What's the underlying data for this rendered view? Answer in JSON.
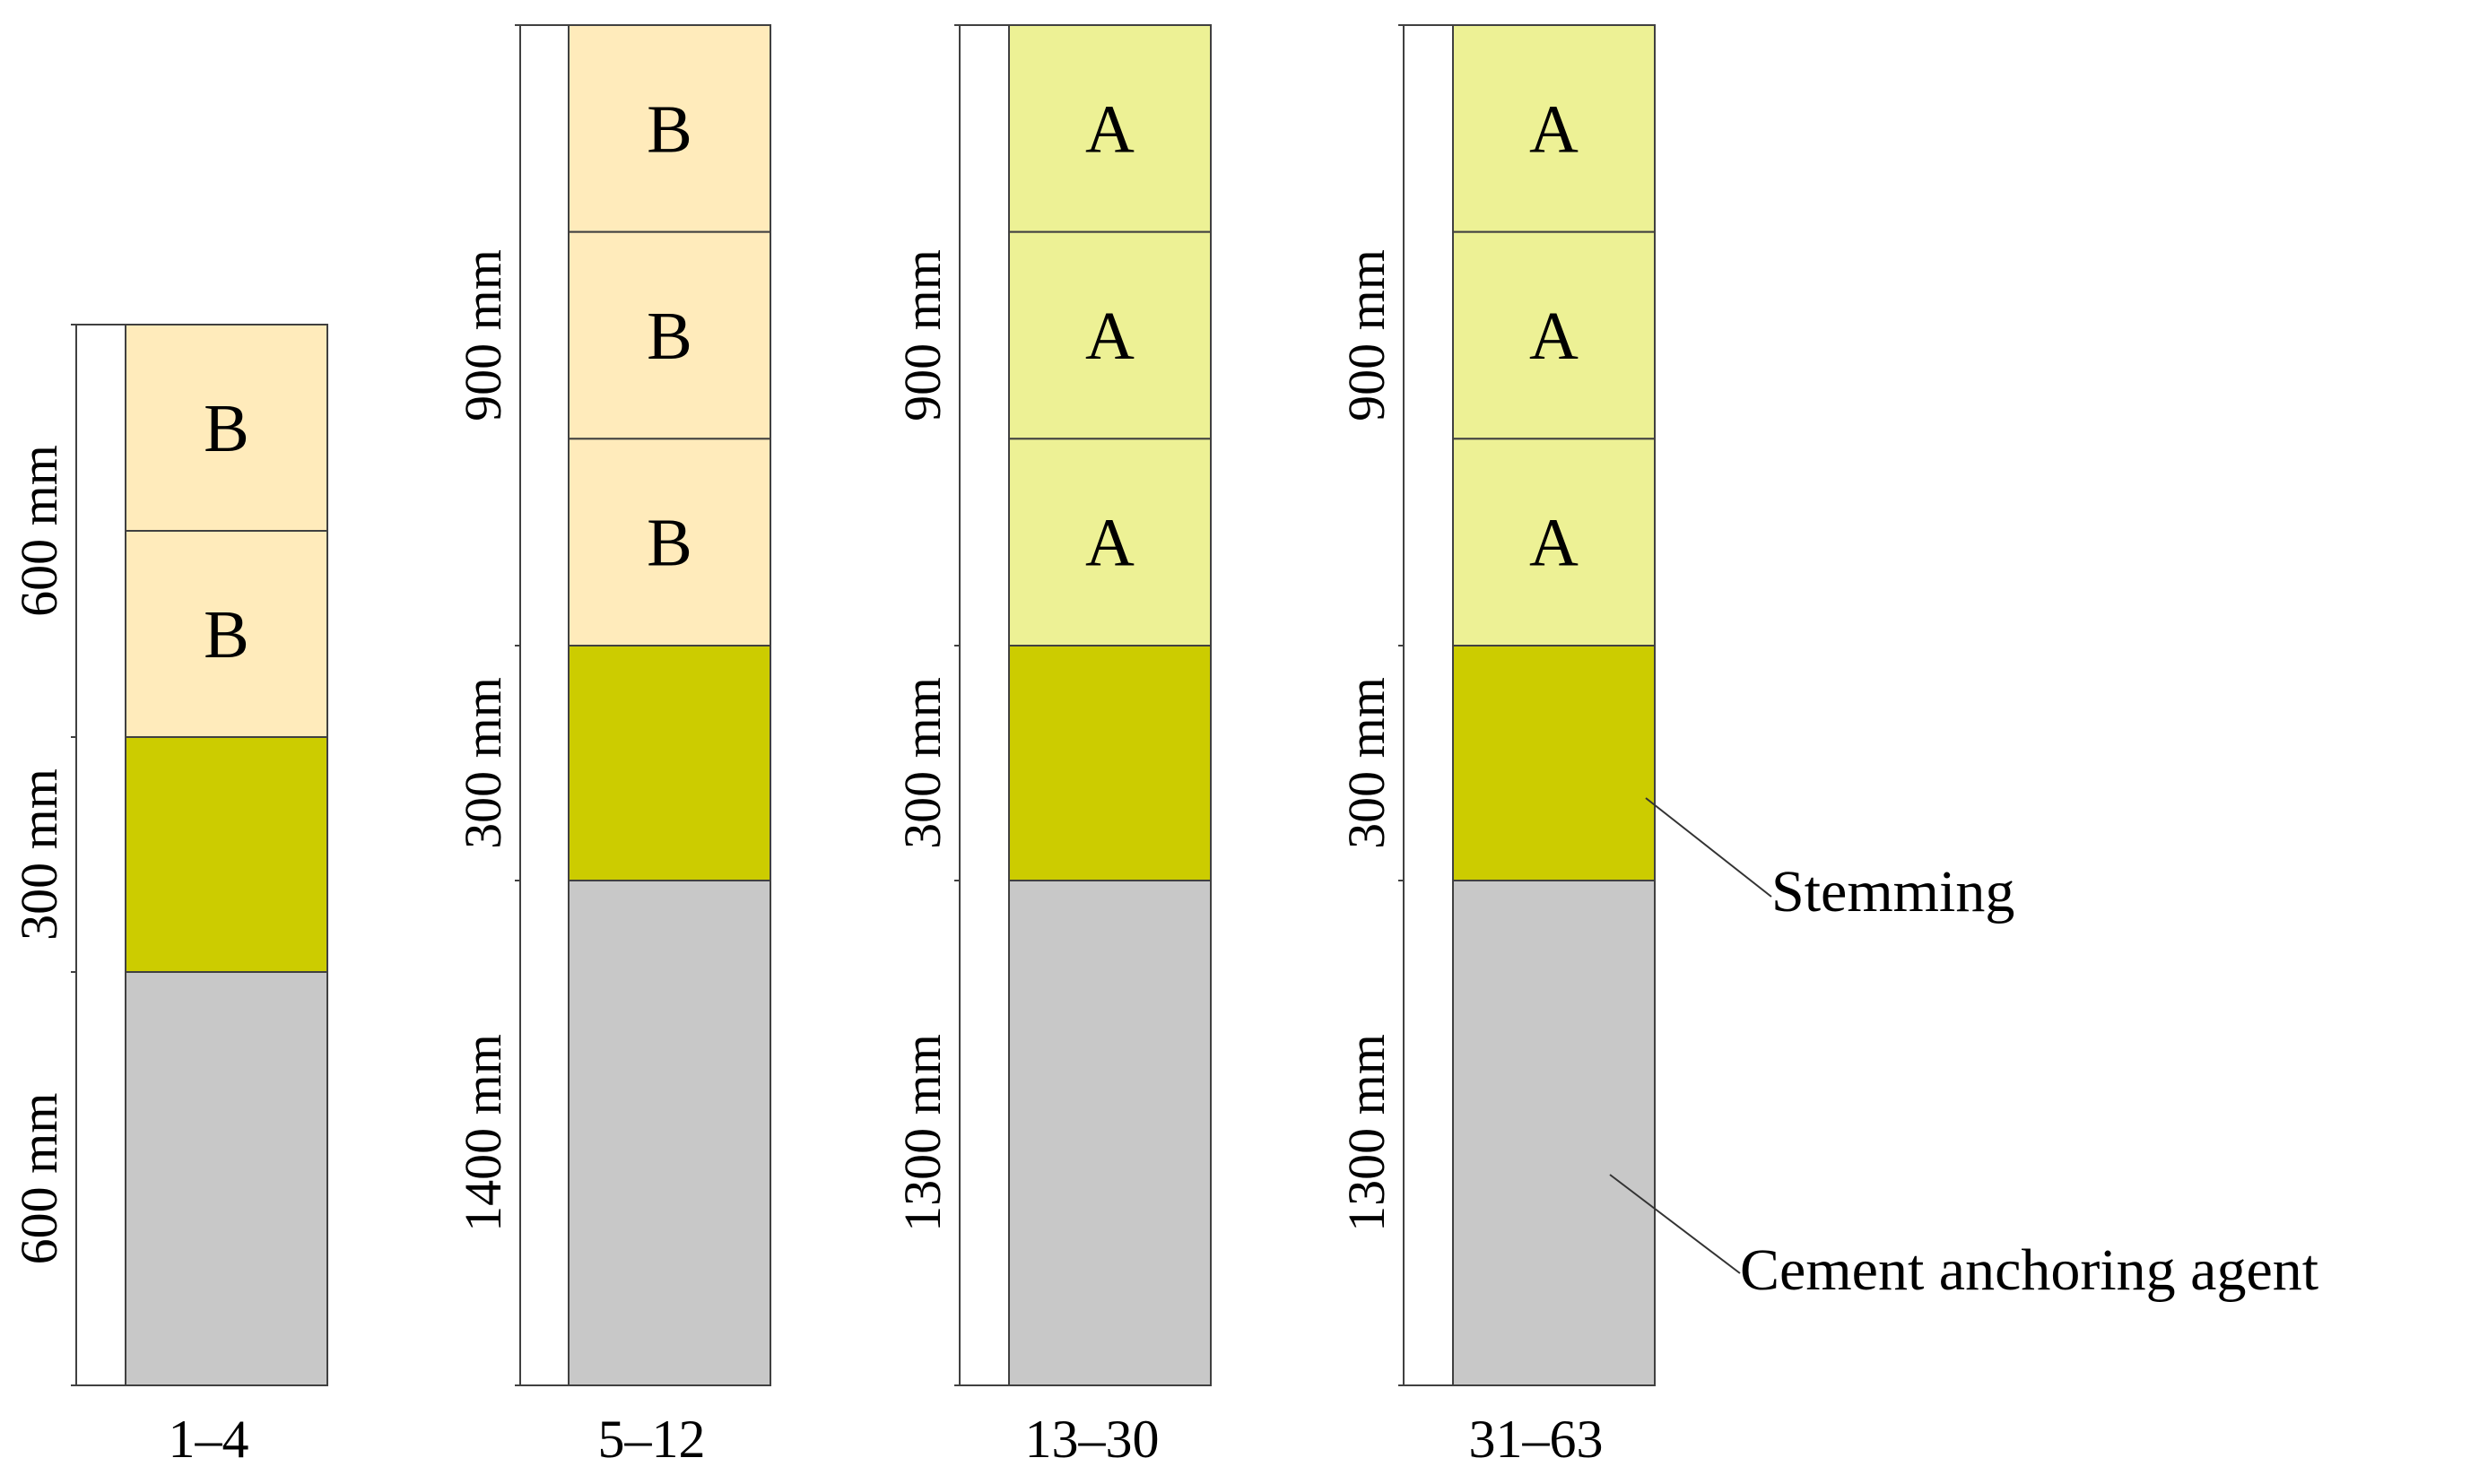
{
  "colors": {
    "charge_B": "#FFEBBB",
    "charge_A": "#EDF195",
    "stemming": "#CCCC00",
    "cement": "#C8C8C8",
    "outline": "#404040"
  },
  "columns": [
    {
      "caption": "1–4",
      "charges": [
        "B",
        "B"
      ],
      "labels": {
        "charge": "600 mm",
        "stemming": "300 mm",
        "cement": "600 mm"
      }
    },
    {
      "caption": "5–12",
      "charges": [
        "B",
        "B",
        "B"
      ],
      "labels": {
        "charge": "900 mm",
        "stemming": "300 mm",
        "cement": "1400 mm"
      }
    },
    {
      "caption": "13–30",
      "charges": [
        "A",
        "A",
        "A"
      ],
      "labels": {
        "charge": "900 mm",
        "stemming": "300 mm",
        "cement": "1300 mm"
      }
    },
    {
      "caption": "31–63",
      "charges": [
        "A",
        "A",
        "A"
      ],
      "labels": {
        "charge": "900 mm",
        "stemming": "300 mm",
        "cement": "1300 mm"
      }
    }
  ],
  "annotations": {
    "stemming": "Stemming",
    "cement": "Cement anchoring agent"
  }
}
